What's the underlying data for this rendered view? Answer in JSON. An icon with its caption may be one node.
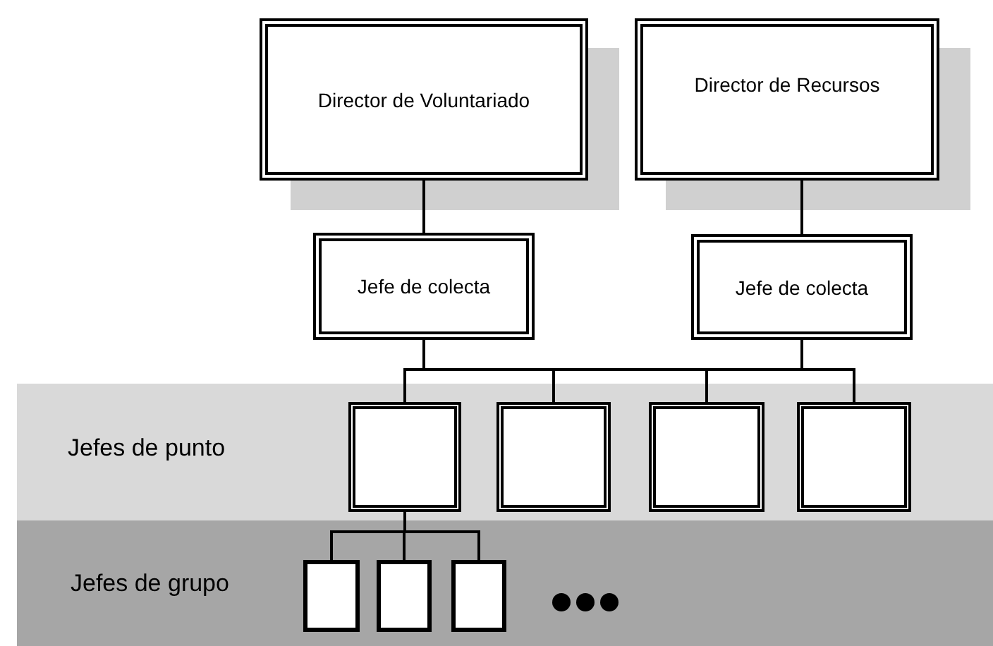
{
  "diagram": {
    "nodes": [
      {
        "text": [
          "Director de Voluntariado"
        ]
      },
      {
        "text": [
          "Director de Recursos"
        ]
      },
      {
        "text": [
          "Jefe de colecta"
        ]
      },
      {
        "text": [
          "Jefe de colecta"
        ]
      },
      {
        "text": [
          "Jefes de punto"
        ]
      },
      {
        "text": [],
        "shape": "box",
        "in": 4
      },
      {
        "text": [],
        "shape": "box",
        "in": 4
      },
      {
        "text": [],
        "shape": "box",
        "in": 4
      },
      {
        "text": [],
        "shape": "box",
        "in": 4
      },
      {
        "text": [
          "Jefes de grupo"
        ]
      },
      {
        "text": [],
        "shape": "box",
        "in": 9
      },
      {
        "text": [],
        "shape": "box",
        "in": 9
      },
      {
        "text": [],
        "shape": "box",
        "in": 9
      }
    ],
    "edges": [
      {
        "from": 0,
        "to": 2,
        "arrow": "none"
      },
      {
        "from": 1,
        "to": 3,
        "arrow": "none"
      },
      {
        "from": 2,
        "to": 5,
        "arrow": "none"
      },
      {
        "from": 2,
        "to": 6,
        "arrow": "none"
      },
      {
        "from": 2,
        "to": 7,
        "arrow": "none"
      },
      {
        "from": 2,
        "to": 8,
        "arrow": "none"
      },
      {
        "from": 3,
        "to": 5,
        "arrow": "none"
      },
      {
        "from": 3,
        "to": 6,
        "arrow": "none"
      },
      {
        "from": 3,
        "to": 7,
        "arrow": "none"
      },
      {
        "from": 3,
        "to": 8,
        "arrow": "none"
      },
      {
        "from": 5,
        "to": 10,
        "arrow": "none"
      },
      {
        "from": 5,
        "to": 11,
        "arrow": "none"
      },
      {
        "from": 5,
        "to": 12,
        "arrow": "none"
      }
    ]
  }
}
